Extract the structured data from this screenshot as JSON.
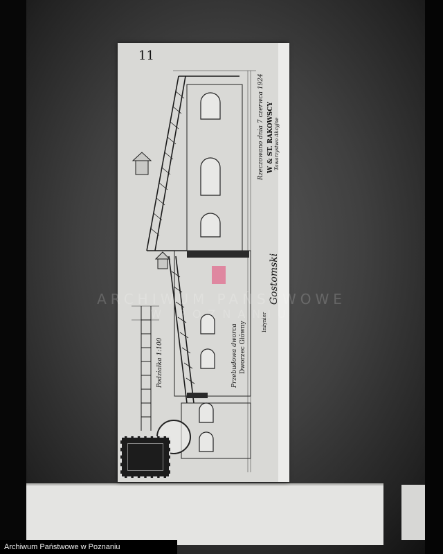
{
  "sheet_number": "11",
  "notes": {
    "approval_date": "Rzeczowano dnia 7 czerwca 1924",
    "firm_line1": "W & ST. RAKOWSCY",
    "firm_line2": "Tawarzystwo Akcyjne",
    "project_title": "Przebudowa dworca",
    "project_place": "Dworzec Główny",
    "scale": "Podziałka 1:100",
    "engineer": "Inżynier",
    "signature": "Gostomski"
  },
  "watermark": {
    "line1": "ARCHIWUM PAŃSTWOWE",
    "line2": "W POZNANIU"
  },
  "caption": "Archiwum Państwowe w Poznaniu"
}
